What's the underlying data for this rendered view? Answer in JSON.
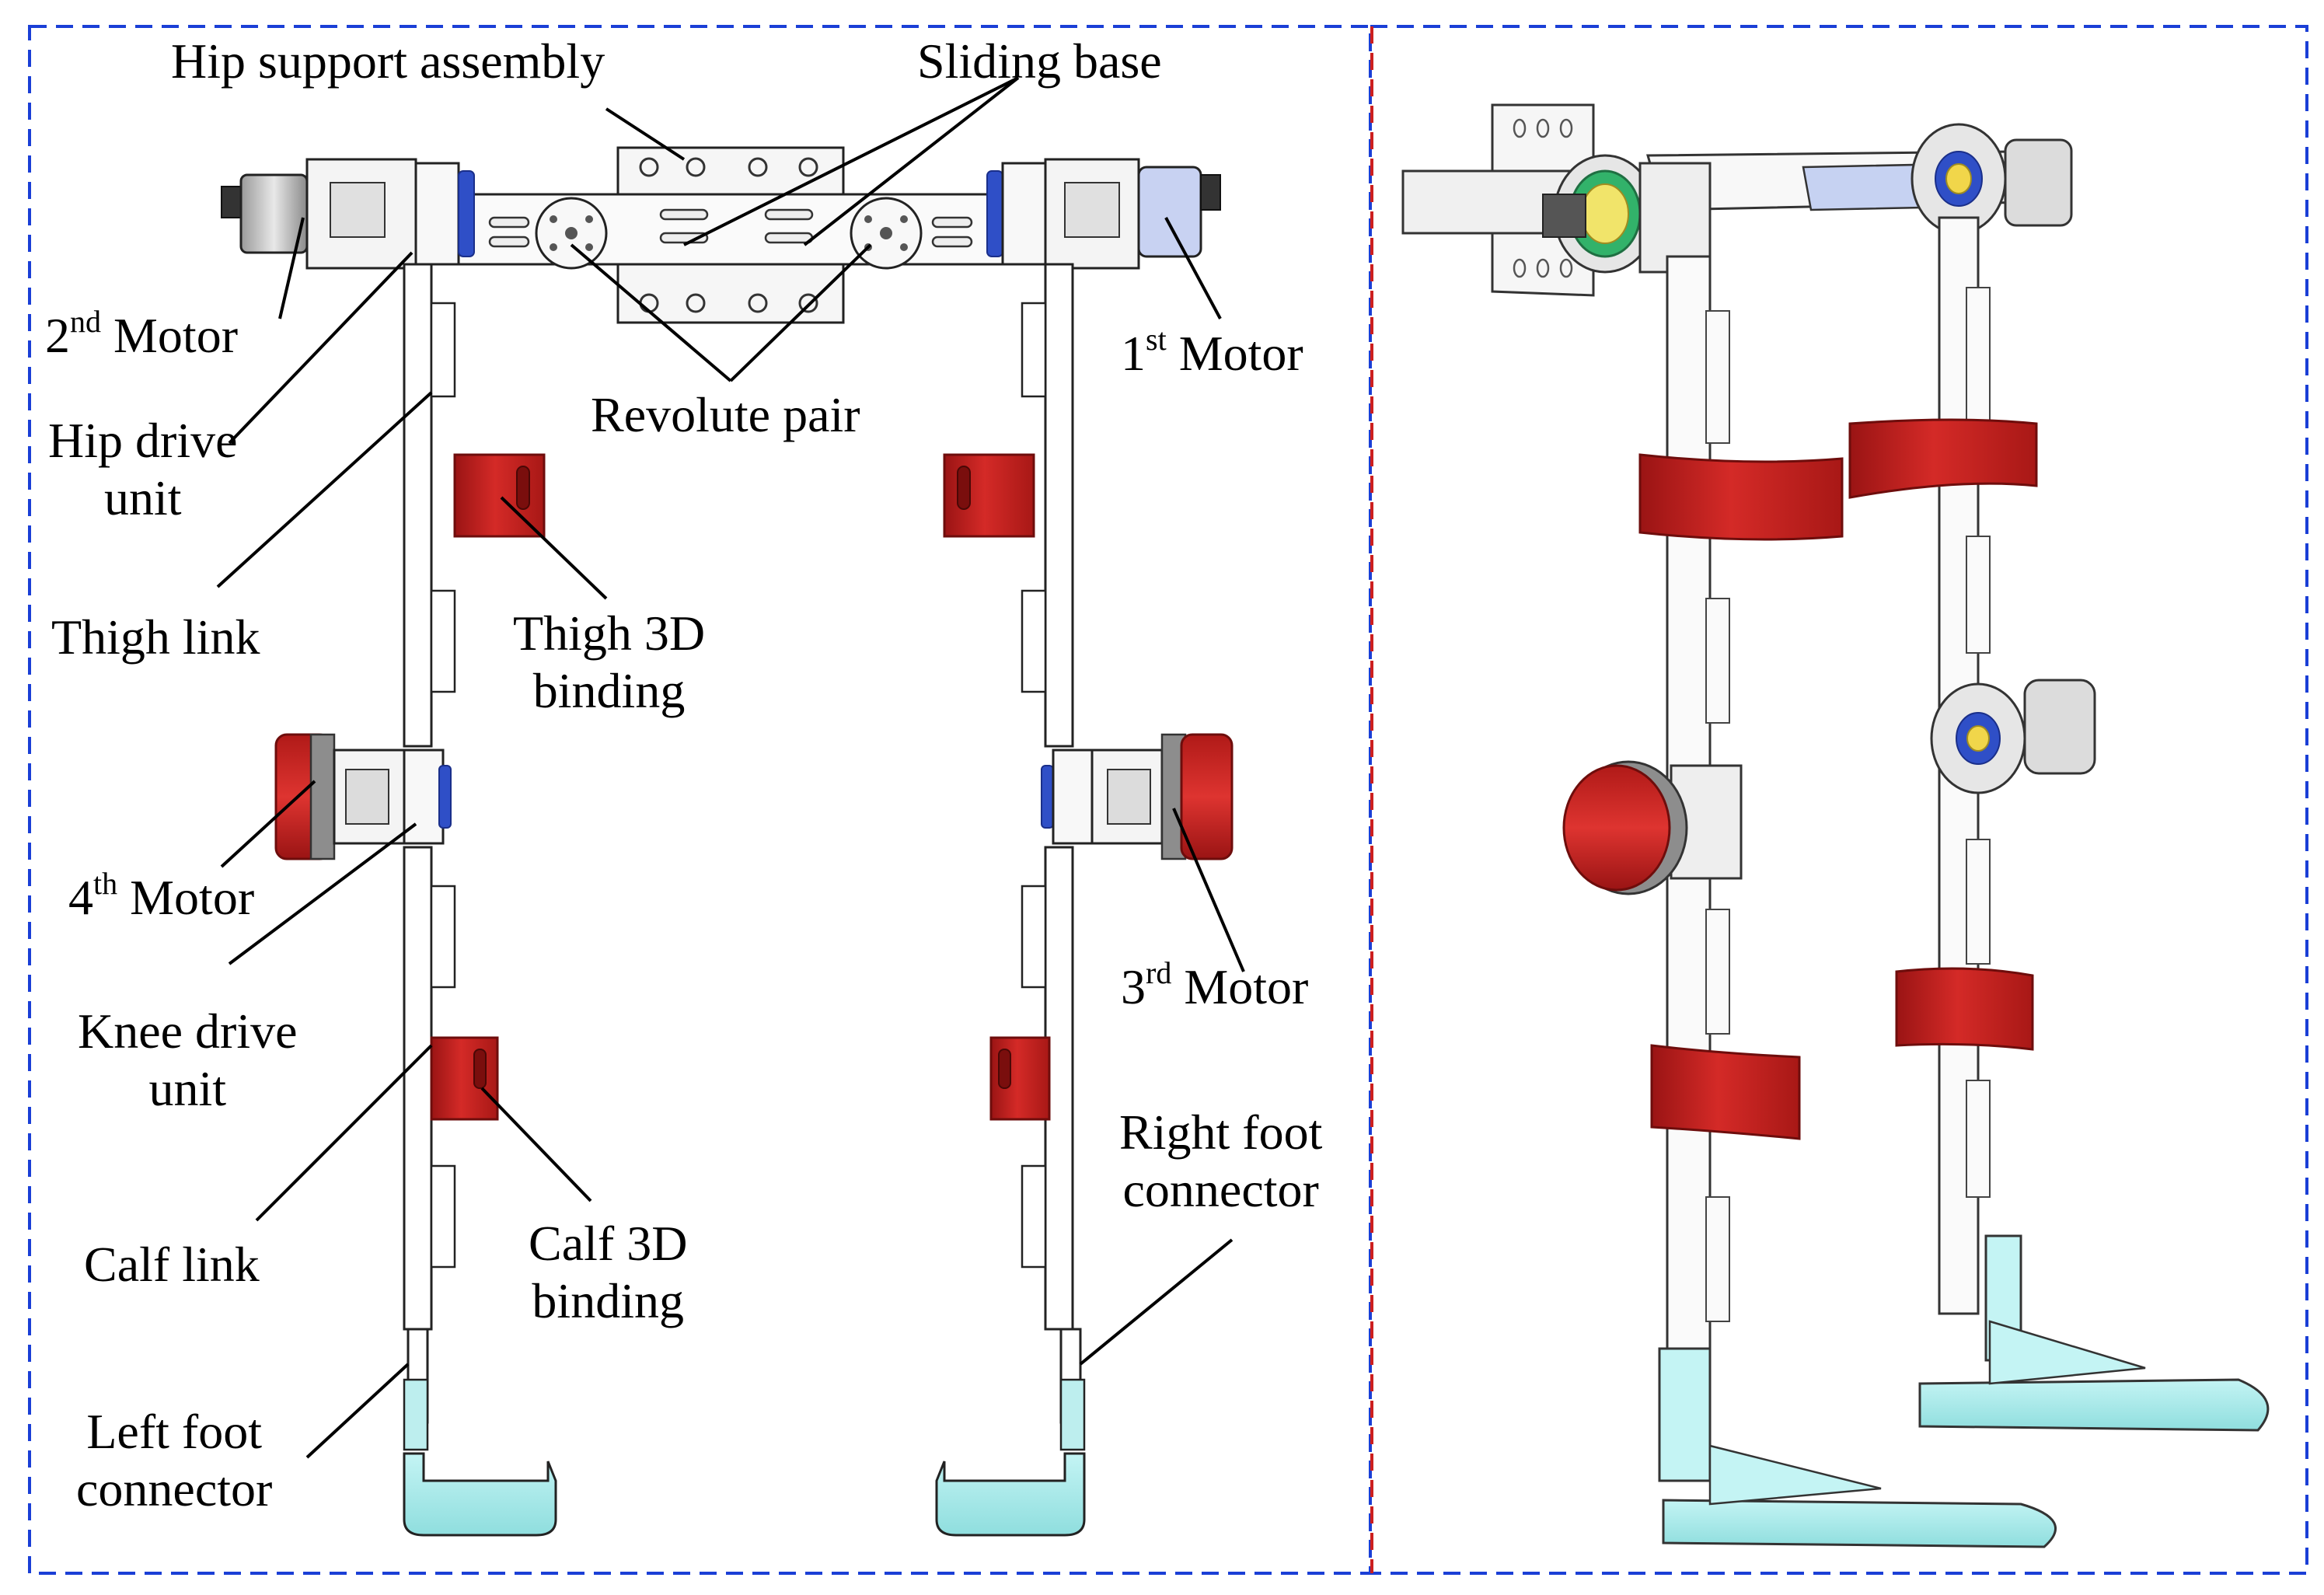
{
  "colors": {
    "left_frame": "#1a3fd6",
    "right_frame_divider": "#cc1f1f",
    "binding_red": "#c8201e",
    "binding_red_dark": "#9a1414",
    "foot_cyan": "#a9ecec",
    "motor_gray": "#7a7a7a",
    "motor_blue": "#2f4fc7",
    "link_white": "#ffffff",
    "outline": "#222222"
  },
  "labels": {
    "hip_support": "Hip support assembly",
    "sliding_base": "Sliding base",
    "motor2_num": "2",
    "motor2_sup": "nd",
    "motor2_word": "Motor",
    "motor1_num": "1",
    "motor1_sup": "st",
    "motor1_word": "Motor",
    "hip_drive_l1": "Hip drive",
    "hip_drive_l2": "unit",
    "revolute_pair": "Revolute pair",
    "thigh_link": "Thigh link",
    "thigh_binding_l1": "Thigh 3D",
    "thigh_binding_l2": "binding",
    "motor4_num": "4",
    "motor4_sup": "th",
    "motor4_word": "Motor",
    "motor3_num": "3",
    "motor3_sup": "rd",
    "motor3_word": "Motor",
    "knee_drive_l1": "Knee drive",
    "knee_drive_l2": "unit",
    "right_foot_l1": "Right foot",
    "right_foot_l2": "connector",
    "calf_link": "Calf link",
    "calf_binding_l1": "Calf 3D",
    "calf_binding_l2": "binding",
    "left_foot_l1": "Left foot",
    "left_foot_l2": "connector"
  }
}
